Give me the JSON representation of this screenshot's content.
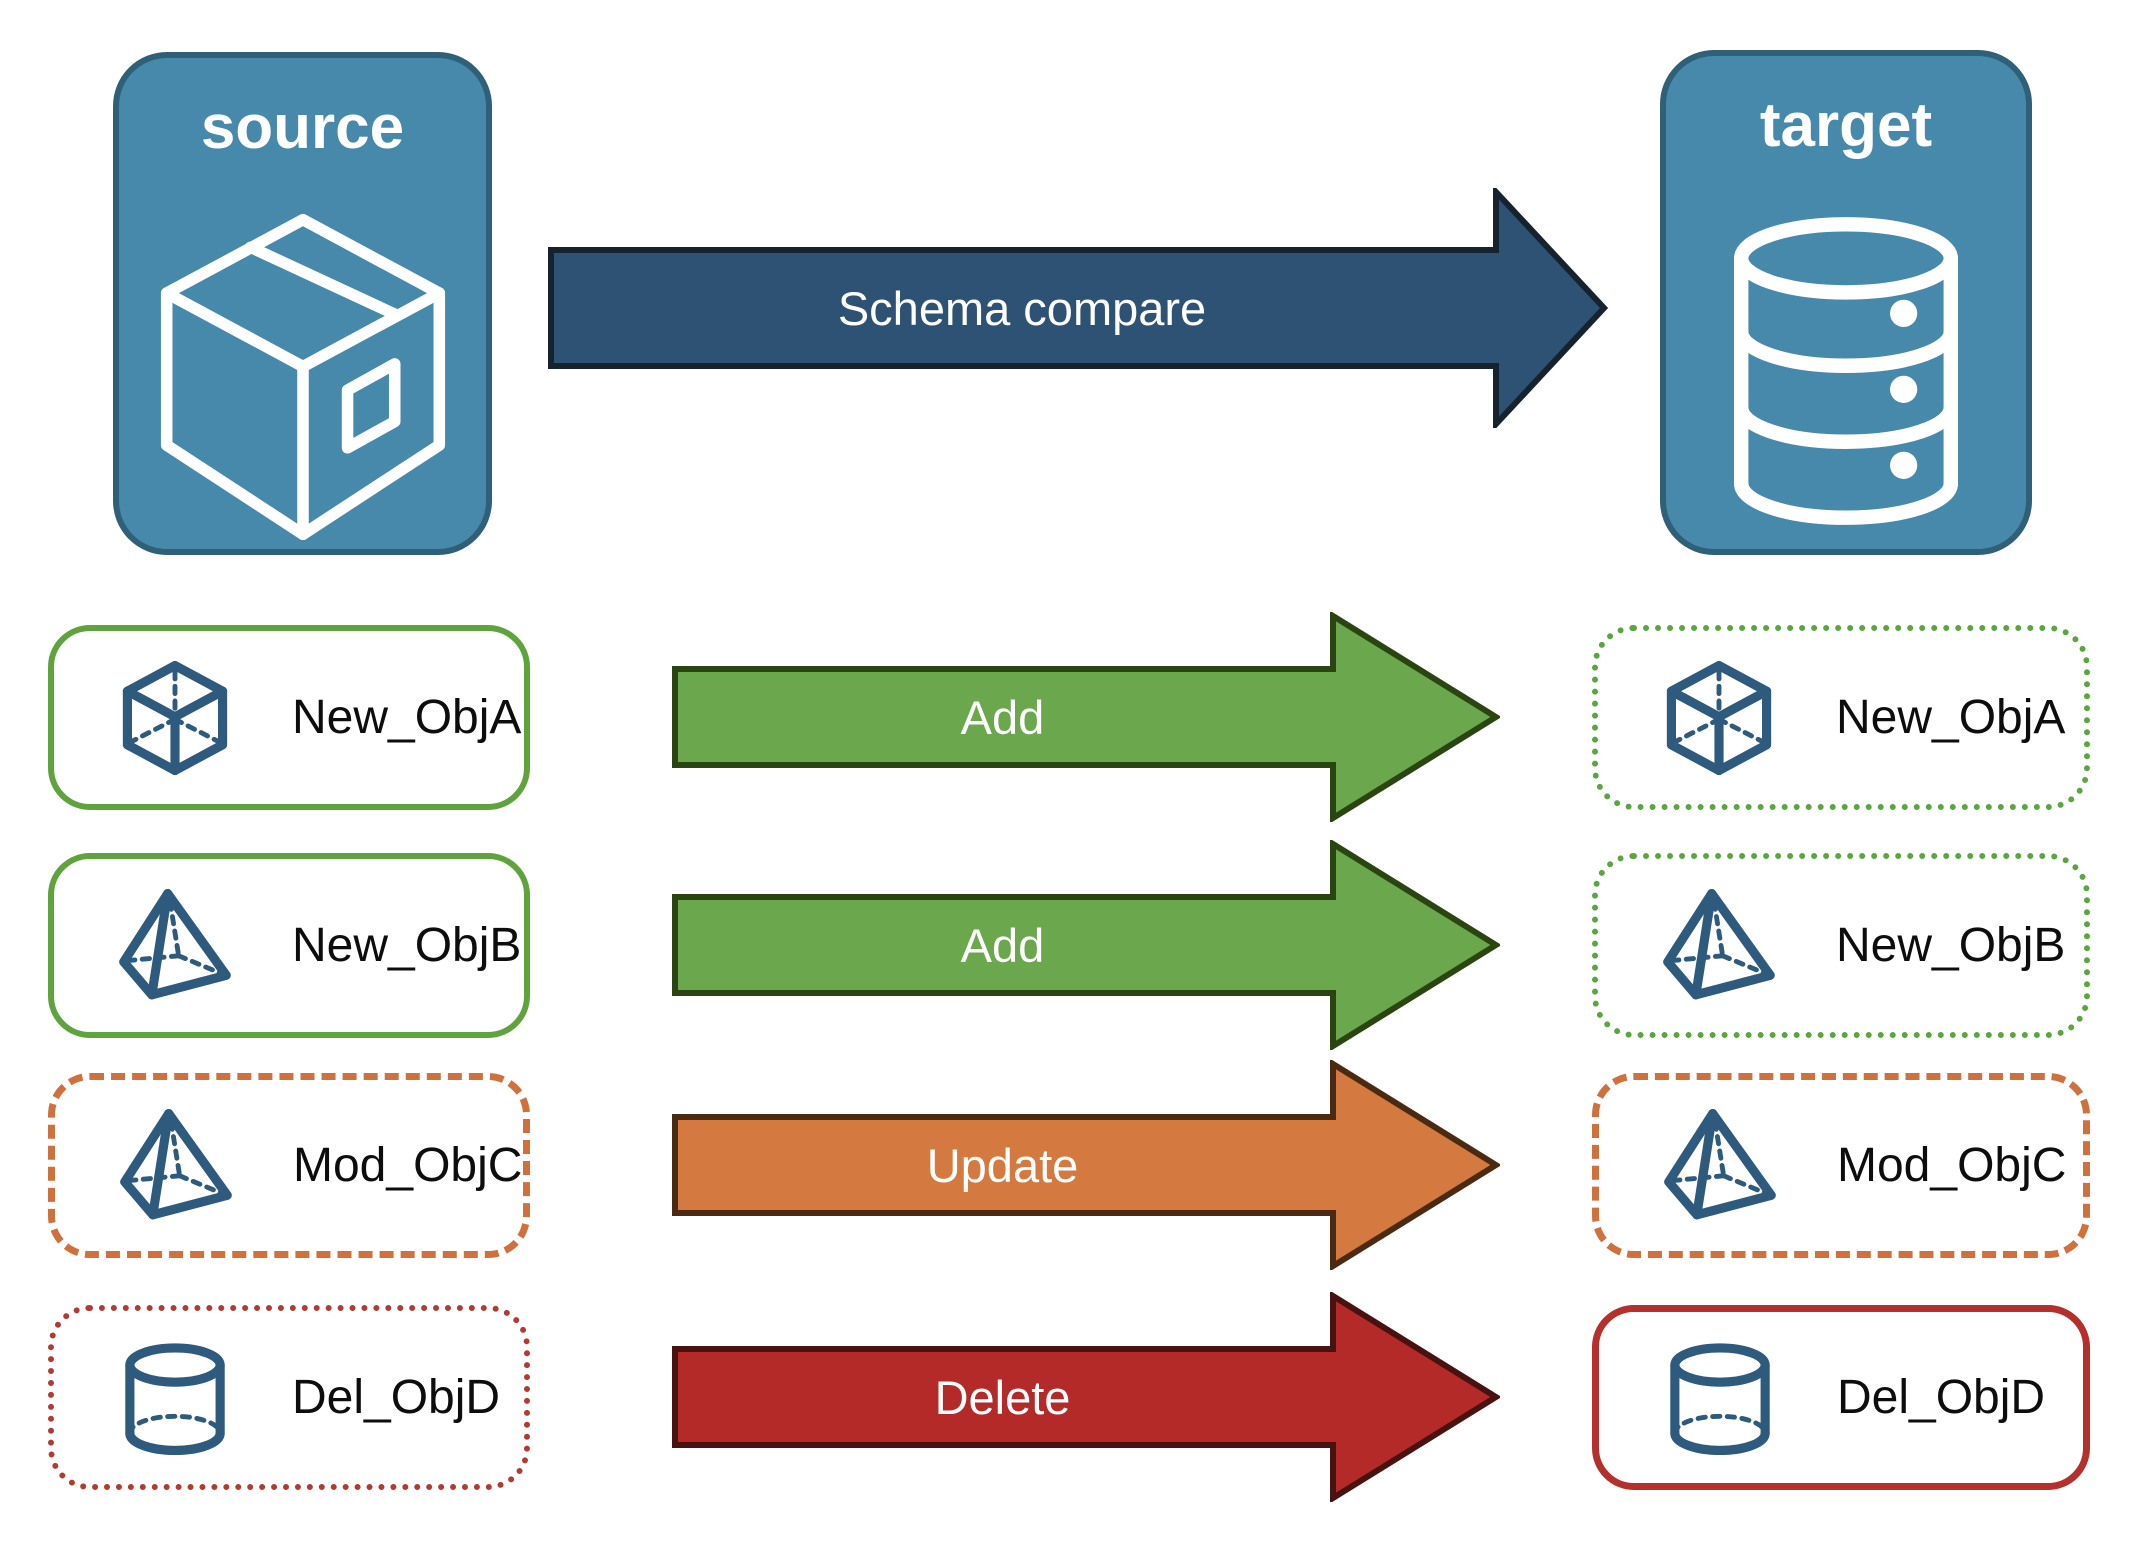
{
  "diagram": {
    "source_label": "source",
    "target_label": "target",
    "compare_arrow_label": "Schema compare"
  },
  "rows": [
    {
      "object": "New_ObjA",
      "action": "Add",
      "icon": "cube-icon",
      "change": "new"
    },
    {
      "object": "New_ObjB",
      "action": "Add",
      "icon": "pyramid-icon",
      "change": "new"
    },
    {
      "object": "Mod_ObjC",
      "action": "Update",
      "icon": "pyramid-icon",
      "change": "modified"
    },
    {
      "object": "Del_ObjD",
      "action": "Delete",
      "icon": "cylinder-icon",
      "change": "deleted"
    }
  ],
  "icons": {
    "source": "package-icon",
    "target": "database-icon"
  },
  "colors": {
    "panel_fill": "#4789aa",
    "panel_border": "#2f6077",
    "compare_arrow_fill": "#2e5273",
    "add_arrow_fill": "#6aa74d",
    "update_arrow_fill": "#d4793f",
    "delete_arrow_fill": "#b32a28",
    "new_object_border_green": "#5fa33c",
    "modified_object_border_orange": "#d0703c",
    "deleted_object_border_red": "#b23a32",
    "object_icon_blue": "#2e5a7d"
  }
}
